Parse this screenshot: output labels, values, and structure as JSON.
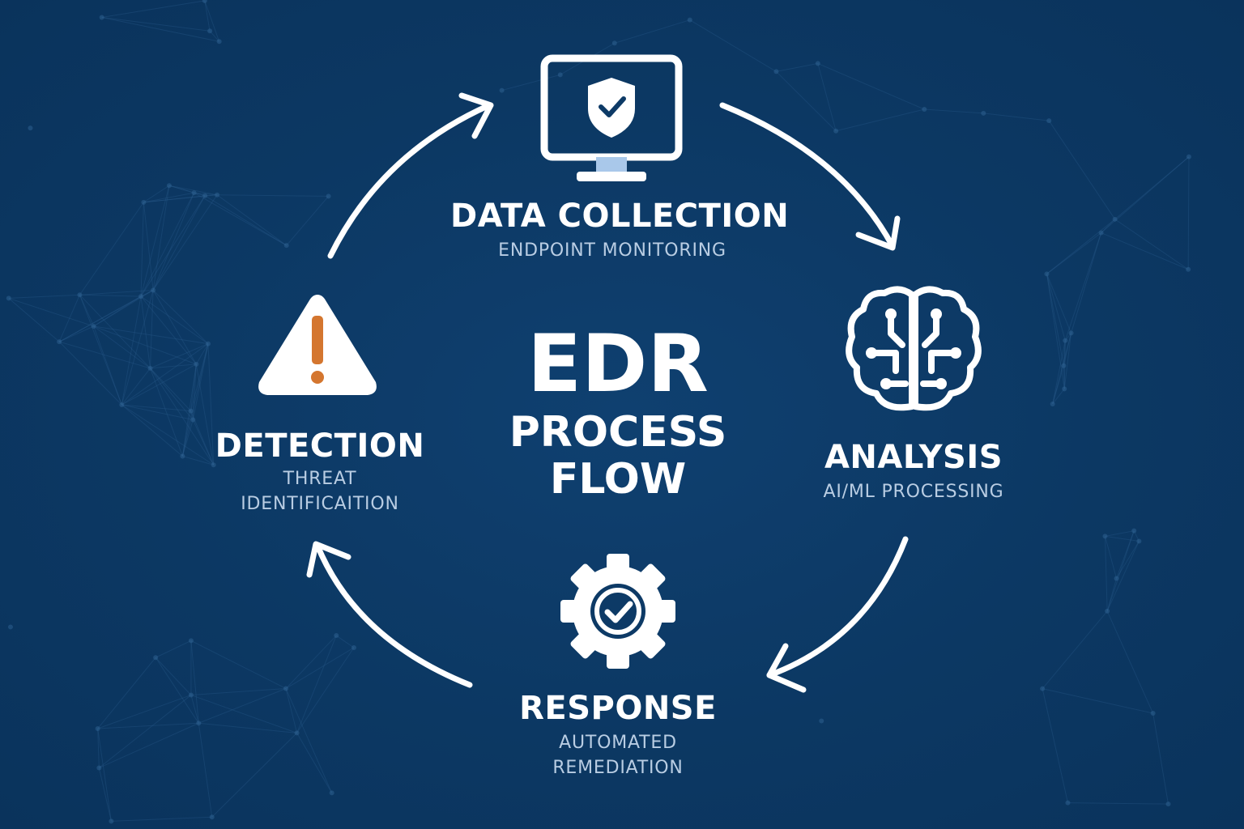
{
  "center": {
    "title": "EDR",
    "subtitle_line1": "PROCESS",
    "subtitle_line2": "FLOW"
  },
  "stages": [
    {
      "title": "DATA COLLECTION",
      "subtitle_line1": "ENDPOINT MONITORING",
      "icon": "monitor-shield-icon"
    },
    {
      "title": "ANALYSIS",
      "subtitle_line1": "AI/ML PROCESSING",
      "icon": "brain-circuit-icon"
    },
    {
      "title": "RESPONSE",
      "subtitle_line1": "AUTOMATED",
      "subtitle_line2": "REMEDIATION",
      "icon": "gear-check-icon"
    },
    {
      "title": "DETECTION",
      "subtitle_line1": "THREAT",
      "subtitle_line2": "IDENTIFICAITION",
      "icon": "warning-triangle-icon"
    }
  ],
  "colors": {
    "background": "#0d3a66",
    "foreground": "#ffffff",
    "subtitle": "#b9cde3",
    "alert_accent": "#d4762f",
    "screen_stand": "#a9c8ea"
  }
}
